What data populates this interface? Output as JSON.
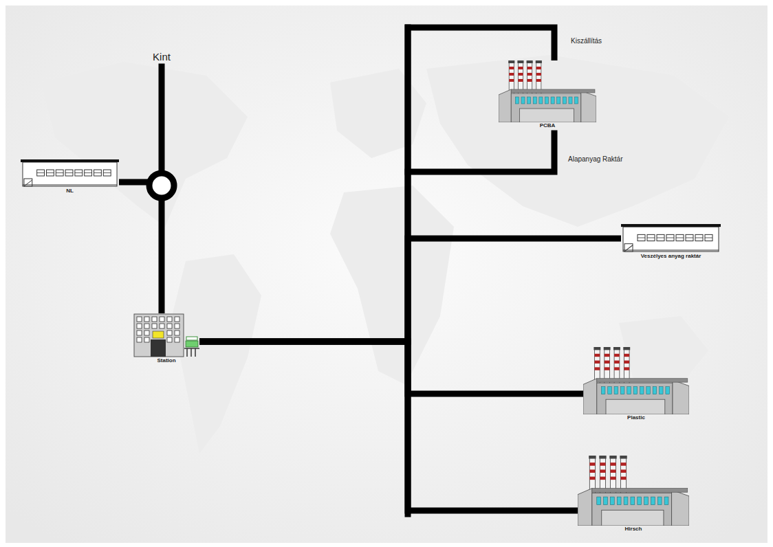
{
  "diagram": {
    "nodes": [
      {
        "text": [
          "PCBA"
        ]
      },
      {
        "text": [
          "NL"
        ]
      },
      {
        "text": [
          "Veszélyes anyag raktár"
        ]
      },
      {
        "text": [
          "Station"
        ]
      },
      {
        "text": [
          "Plastic"
        ]
      },
      {
        "text": [
          "Hirsch"
        ]
      }
    ],
    "edges": [
      {
        "from": 3,
        "to": 1,
        "arrow": "none"
      },
      {
        "from": 3,
        "to": 0,
        "arrow": "none"
      },
      {
        "from": 3,
        "to": 2,
        "arrow": "none"
      },
      {
        "from": 3,
        "to": 4,
        "arrow": "none"
      },
      {
        "from": 3,
        "to": 5,
        "arrow": "none"
      }
    ],
    "labels": [
      "Kint",
      "Kiszállítás",
      "Alapanyag Raktár"
    ]
  }
}
